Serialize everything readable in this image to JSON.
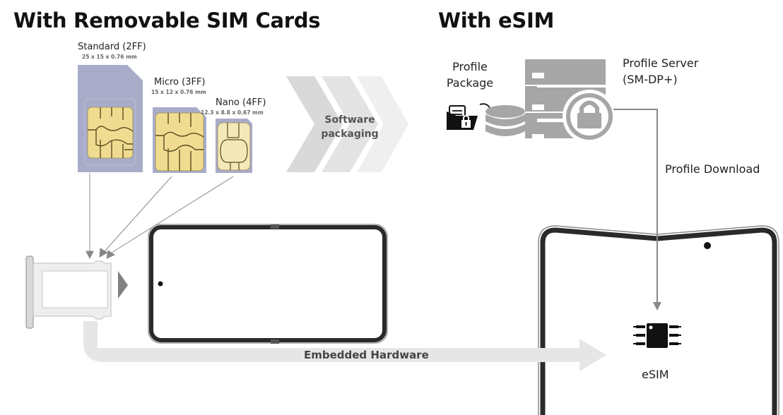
{
  "titles": {
    "left": "With Removable SIM Cards",
    "right": "With eSIM"
  },
  "sim_cards": [
    {
      "name": "Standard (2FF)",
      "dimensions": "25 x 15 x 0.76 mm"
    },
    {
      "name": "Micro (3FF)",
      "dimensions": "15 x 12 x 0.76 mm"
    },
    {
      "name": "Nano (4FF)",
      "dimensions": "12.3 x 8.8 x 0.67 mm"
    }
  ],
  "software_packaging": {
    "line1": "Software",
    "line2": "packaging"
  },
  "profile_package": {
    "line1": "Profile",
    "line2": "Package"
  },
  "profile_server": {
    "line1": "Profile Server",
    "line2": "(SM-DP+)"
  },
  "profile_download": "Profile Download",
  "embedded_hardware": "Embedded Hardware",
  "esim_label": "eSIM",
  "colors": {
    "sim_body": "#a9acc9",
    "chip_gold": "#f0dc90",
    "server_gray": "#a6a6a6",
    "arrow_gray": "#e6e6e6",
    "chevron_gray": "#dcdcdc",
    "phone_frame": "#2a2a2a"
  }
}
